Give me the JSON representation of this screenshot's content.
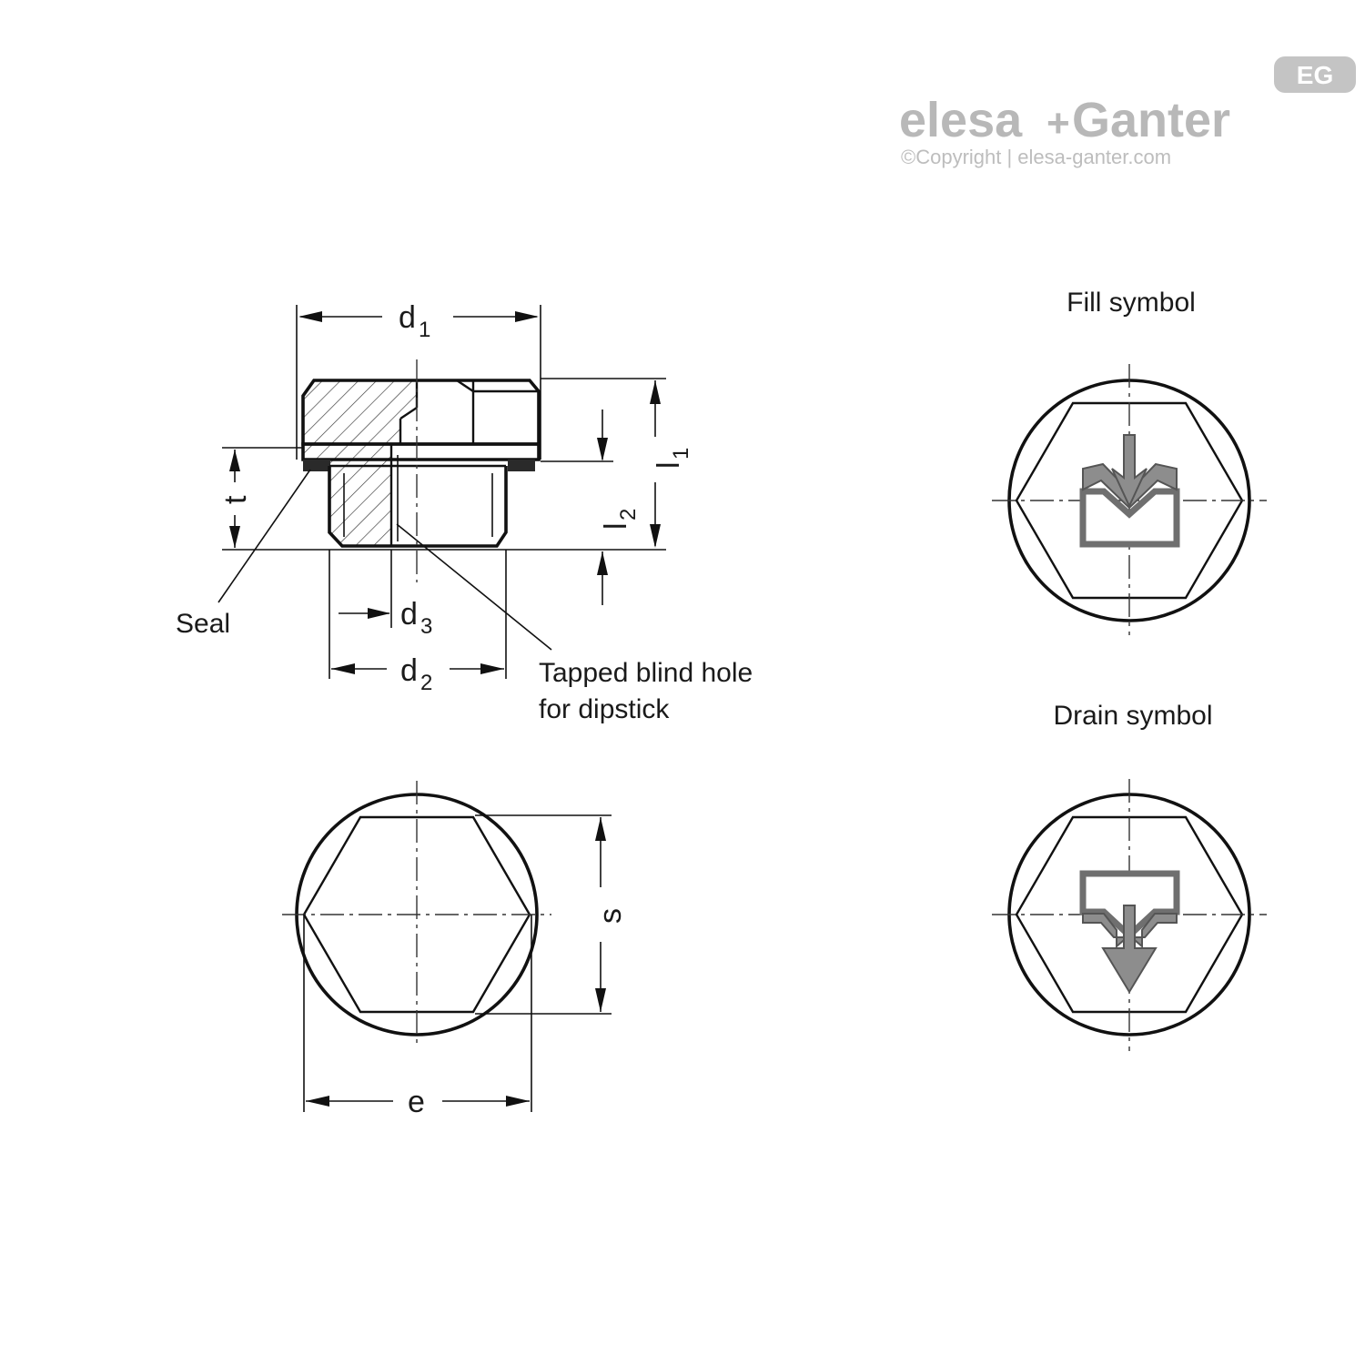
{
  "logo": {
    "brand_left": "elesa",
    "plus": "+",
    "brand_right": "Ganter",
    "badge": "EG",
    "copyright": "©Copyright | elesa-ganter.com"
  },
  "side_view": {
    "dims": {
      "d1": {
        "main": "d",
        "sub": "1"
      },
      "d2": {
        "main": "d",
        "sub": "2"
      },
      "d3": {
        "main": "d",
        "sub": "3"
      },
      "l1": {
        "main": "l",
        "sub": "1"
      },
      "l2": {
        "main": "l",
        "sub": "2"
      },
      "t": "t"
    },
    "callouts": {
      "seal": "Seal",
      "hole_line1": "Tapped blind hole",
      "hole_line2": "for dipstick"
    }
  },
  "top_view": {
    "dims": {
      "s": "s",
      "e": "e"
    }
  },
  "symbols": {
    "fill_title": "Fill symbol",
    "drain_title": "Drain symbol"
  },
  "colors": {
    "line": "#111111",
    "logo_gray": "#b8b8b8",
    "symbol_gray": "#8d8d8d"
  }
}
